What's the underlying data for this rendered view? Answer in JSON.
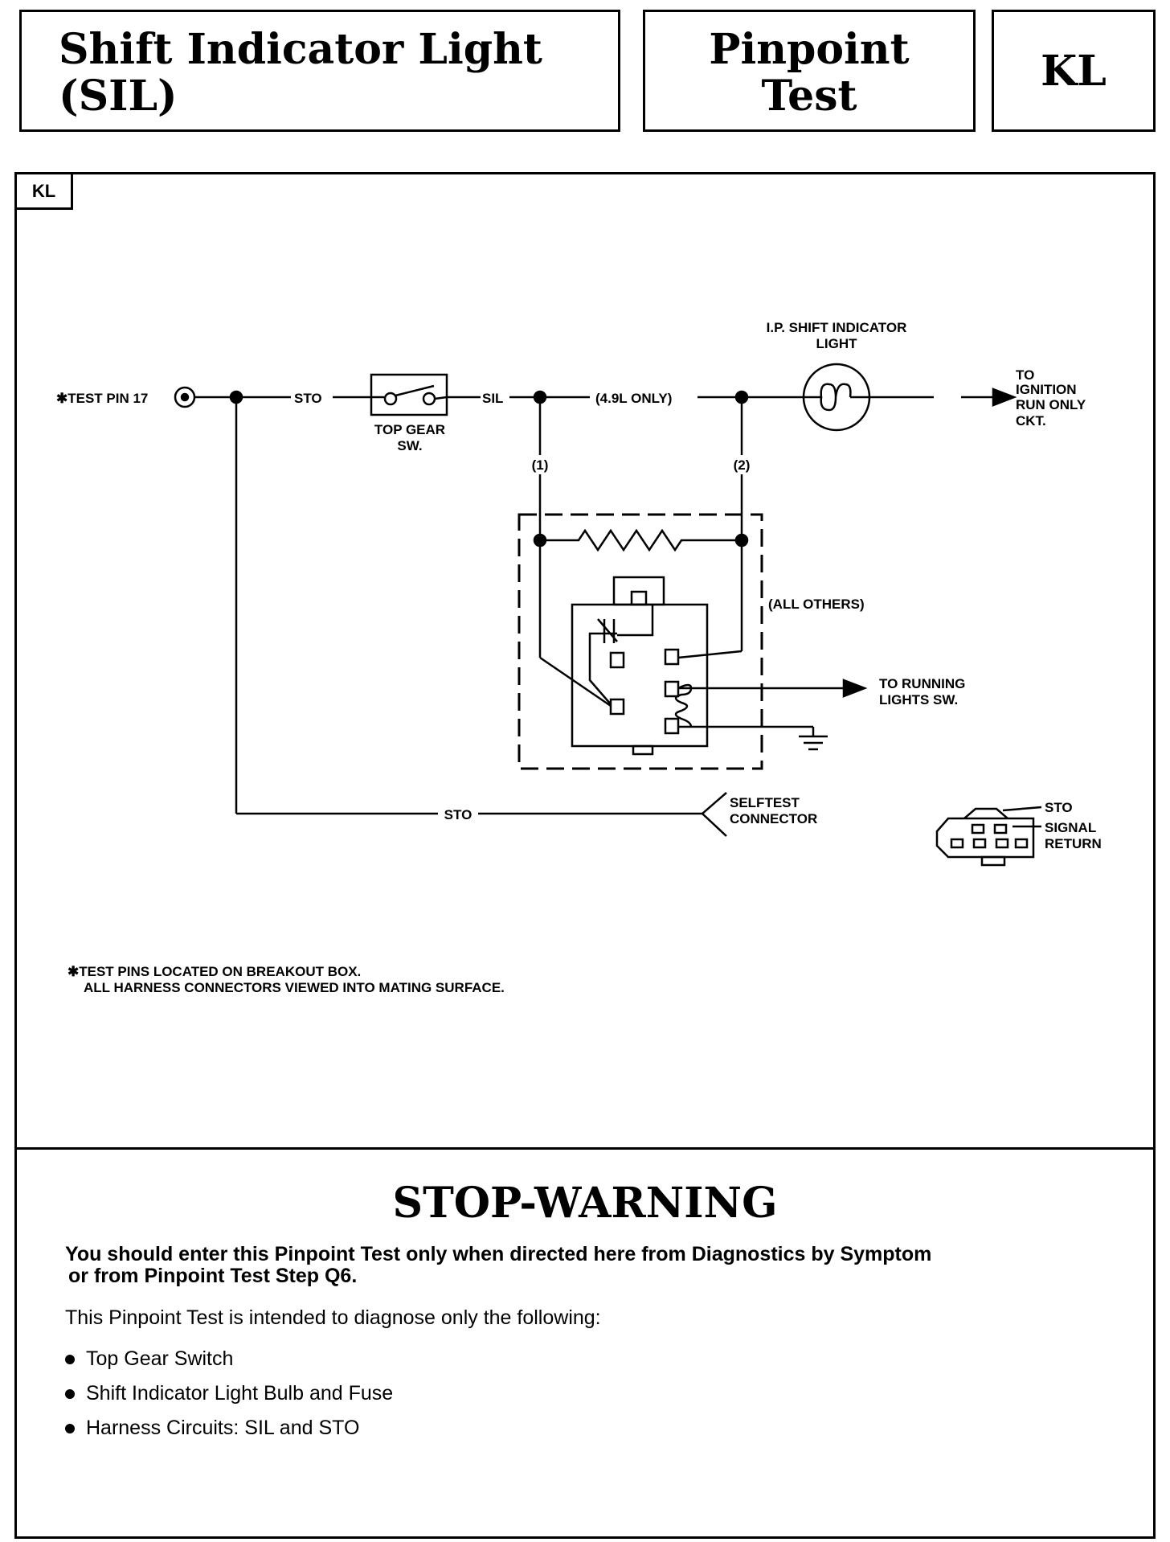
{
  "header": {
    "title_line1": "Shift Indicator Light",
    "title_line2": "(SIL)",
    "type_line1": "Pinpoint",
    "type_line2": "Test",
    "code": "KL"
  },
  "diagram": {
    "panel_tag": "KL",
    "labels": {
      "test_pin": "✱TEST PIN 17",
      "sto_top": "STO",
      "top_gear_1": "TOP GEAR",
      "top_gear_2": "SW.",
      "sil": "SIL",
      "engine_49": "(4.9L ONLY)",
      "shift_light_1": "I.P. SHIFT INDICATOR",
      "shift_light_2": "LIGHT",
      "ignition_1": "TO",
      "ignition_2": "IGNITION",
      "ignition_3": "RUN ONLY",
      "ignition_4": "CKT.",
      "branch_1": "(1)",
      "branch_2": "(2)",
      "all_others": "(ALL OTHERS)",
      "running_1": "TO RUNNING",
      "running_2": "LIGHTS SW.",
      "sto_bottom": "STO",
      "selftest_1": "SELFTEST",
      "selftest_2": "CONNECTOR",
      "conn_sto": "STO",
      "conn_signal": "SIGNAL",
      "conn_return": "RETURN",
      "note_1": "✱TEST PINS LOCATED ON BREAKOUT BOX.",
      "note_2": "ALL HARNESS CONNECTORS VIEWED INTO MATING SURFACE."
    }
  },
  "warning": {
    "title": "STOP-WARNING",
    "lead_line1": "You should enter this Pinpoint Test only when directed here from Diagnostics by Symptom",
    "lead_line2": "or from Pinpoint Test Step Q6.",
    "intro": "This Pinpoint Test is intended to diagnose only the following:",
    "items": [
      "Top Gear Switch",
      "Shift Indicator Light Bulb and Fuse",
      "Harness Circuits: SIL and STO"
    ]
  }
}
